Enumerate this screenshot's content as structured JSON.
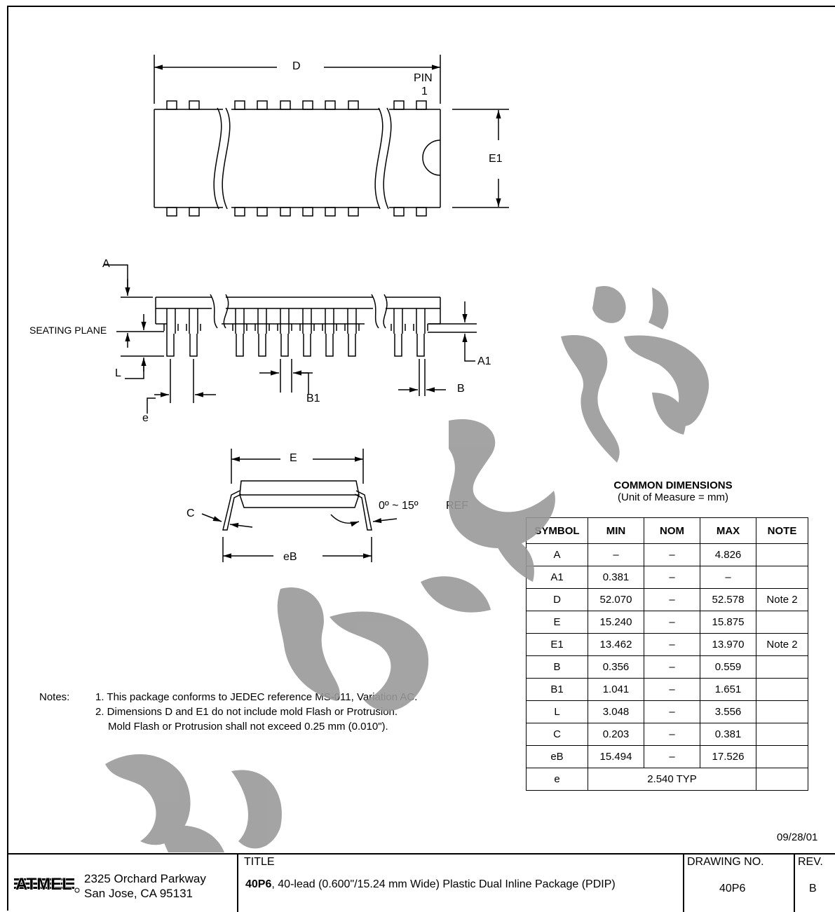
{
  "labels": {
    "d": "D",
    "pin": "PIN",
    "pin_num": "1",
    "e1": "E1",
    "a": "A",
    "seating_plane": "SEATING PLANE",
    "l": "L",
    "e_small": "e",
    "b1": "B1",
    "b": "B",
    "a1": "A1",
    "e": "E",
    "c": "C",
    "angle": "0º ~ 15º",
    "ref": "REF",
    "eb": "eB"
  },
  "dimensions": {
    "title": "COMMON DIMENSIONS",
    "unit": "(Unit of Measure = mm)",
    "headers": [
      "SYMBOL",
      "MIN",
      "NOM",
      "MAX",
      "NOTE"
    ],
    "rows": [
      [
        "A",
        "–",
        "–",
        "4.826",
        ""
      ],
      [
        "A1",
        "0.381",
        "–",
        "–",
        ""
      ],
      [
        "D",
        "52.070",
        "–",
        "52.578",
        "Note 2"
      ],
      [
        "E",
        "15.240",
        "–",
        "15.875",
        ""
      ],
      [
        "E1",
        "13.462",
        "–",
        "13.970",
        "Note 2"
      ],
      [
        "B",
        "0.356",
        "–",
        "0.559",
        ""
      ],
      [
        "B1",
        "1.041",
        "–",
        "1.651",
        ""
      ],
      [
        "L",
        "3.048",
        "–",
        "3.556",
        ""
      ],
      [
        "C",
        "0.203",
        "–",
        "0.381",
        ""
      ],
      [
        "eB",
        "15.494",
        "–",
        "17.526",
        ""
      ]
    ],
    "last_row": {
      "symbol": "e",
      "value": "2.540 TYP"
    }
  },
  "notes": {
    "label": "Notes:",
    "items": [
      "1. This package conforms to JEDEC reference MS-011, Variation AC.",
      "2. Dimensions D and E1 do not include mold Flash or Protrusion.",
      "    Mold Flash or Protrusion shall not exceed 0.25 mm (0.010\")."
    ]
  },
  "date": "09/28/01",
  "title_block": {
    "logo": "ATMEL",
    "address_line1": "2325 Orchard Parkway",
    "address_line2": "San Jose, CA  95131",
    "title_label": "TITLE",
    "title_bold": "40P6",
    "title_rest": ", 40-lead (0.600\"/15.24 mm Wide) Plastic Dual Inline Package (PDIP)",
    "drawing_no_label": "DRAWING NO.",
    "drawing_no": "40P6",
    "rev_label": "REV.",
    "rev": "B"
  },
  "watermark_color": "#9a9a9a"
}
